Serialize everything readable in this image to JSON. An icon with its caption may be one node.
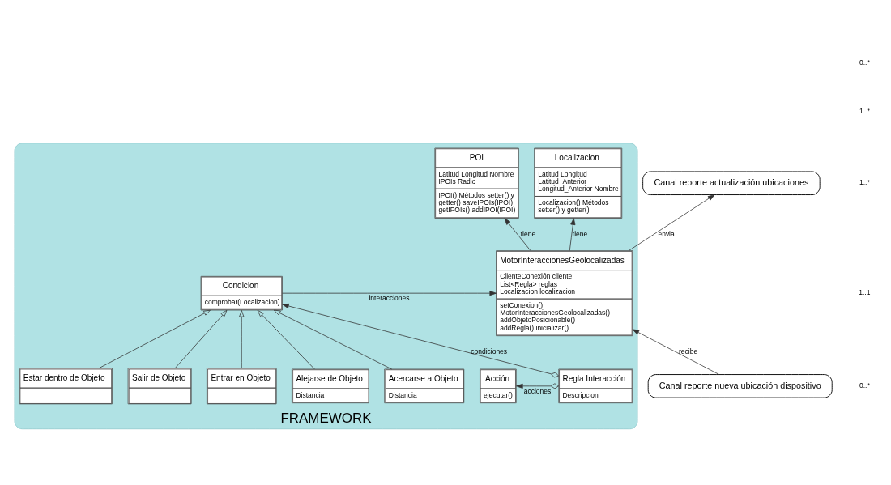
{
  "diagram": {
    "nodes": [
      {
        "text": [
          "FRAMEWORK"
        ]
      },
      {
        "text": [
          "POI",
          "Latitud Longitud Nombre IPOIs Radio",
          "IPOI() Métodos setter() y getter() saveIPOIs(IPOI) getIPOIs() addIPOI(IPOI)"
        ],
        "in": 0
      },
      {
        "text": [
          "Localizacion",
          "Latitud Longitud Latitud_Anterior Longitud_Anterior Nombre",
          "Localizacion() Métodos setter() y getter()"
        ],
        "in": 0
      },
      {
        "text": [
          "Regla Interacción",
          "Descripcion"
        ],
        "in": 0
      },
      {
        "text": [
          "Acción",
          "ejecutar()"
        ],
        "in": 0
      },
      {
        "text": [
          "MotorInteraccionesGeolocalizadas",
          "ClienteConexión cliente List<Regla> reglas Localizacion localizacion",
          "setConexion() MotorInteraccionesGeolocalizadas() addObjetoPosicionable() addRegla() inicializar()"
        ],
        "in": 0
      },
      {
        "text": [
          "Condicion",
          "comprobar(Localizacion)"
        ],
        "in": 0
      },
      {
        "text": [
          "Acercarse a Objeto",
          "Distancia"
        ],
        "in": 0
      },
      {
        "text": [
          "Alejarse de Objeto",
          "Distancia"
        ],
        "in": 0
      },
      {
        "text": [
          "Entrar en Objeto"
        ],
        "in": 0
      },
      {
        "text": [
          "Salir de Objeto"
        ],
        "in": 0
      },
      {
        "text": [
          "Estar dentro de Objeto"
        ],
        "in": 0
      },
      {
        "text": [
          "Canal reporte actualización ubicaciones"
        ]
      },
      {
        "text": [
          "Canal reporte nueva ubicación dispositivo"
        ]
      }
    ],
    "edges": [
      {
        "from": 5,
        "to": 1,
        "arrow": "to",
        "label": "tiene"
      },
      {
        "from": 5,
        "to": 2,
        "arrow": "to",
        "label": "tiene"
      },
      {
        "from": 3,
        "to": 4,
        "arrow": "to",
        "label": "acciones"
      },
      {
        "from": 3,
        "to": 6,
        "arrow": "to",
        "label": "condiciones"
      },
      {
        "from": 6,
        "to": 5,
        "arrow": "to",
        "label": "interacciones"
      },
      {
        "from": 7,
        "to": 6,
        "arrow": "to"
      },
      {
        "from": 8,
        "to": 6,
        "arrow": "to"
      },
      {
        "from": 9,
        "to": 6,
        "arrow": "to"
      },
      {
        "from": 10,
        "to": 6,
        "arrow": "to"
      },
      {
        "from": 11,
        "to": 6,
        "arrow": "to"
      },
      {
        "from": 5,
        "to": 12,
        "arrow": "to",
        "label": "envia"
      },
      {
        "from": 13,
        "to": 5,
        "arrow": "to",
        "label": "recibe"
      }
    ],
    "labels": [
      "0..*",
      "1..1",
      "1..*",
      "1..*",
      "0..*"
    ]
  }
}
